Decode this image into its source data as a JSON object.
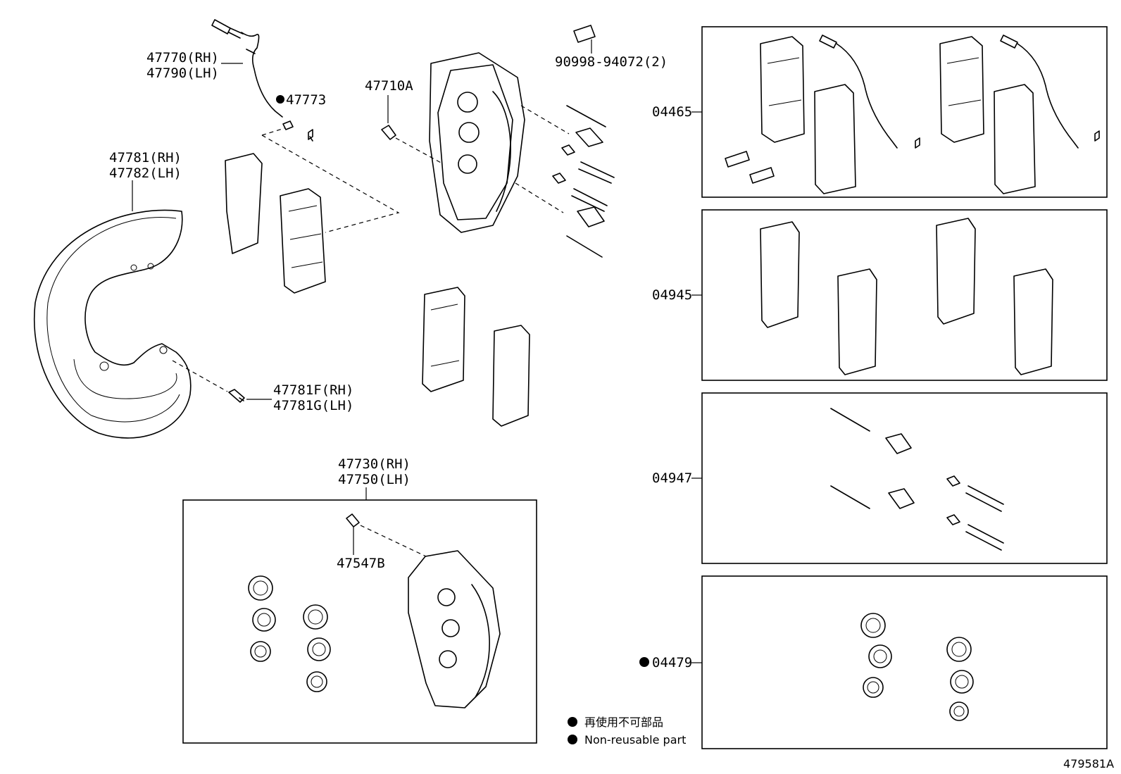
{
  "labels": {
    "sensor": [
      "47770(RH)",
      "47790(LH)"
    ],
    "clip": "47773",
    "shield": [
      "47781(RH)",
      "47782(LH)"
    ],
    "bolt_shield": [
      "47781F(RH)",
      "47781G(LH)"
    ],
    "bleeder_top": "47710A",
    "pin_kit": "90998-94072(2)",
    "caliper_assy": [
      "47730(RH)",
      "47750(LH)"
    ],
    "bleeder_bottom": "47547B",
    "kit_pads_sensor": "04465",
    "kit_pads": "04945",
    "kit_pins": "04947",
    "kit_seals": "04479",
    "diagram_id": "479581A"
  },
  "legend": {
    "jp": "再使用不可部品",
    "en": "Non-reusable part"
  },
  "non_reusable_marker": "●"
}
